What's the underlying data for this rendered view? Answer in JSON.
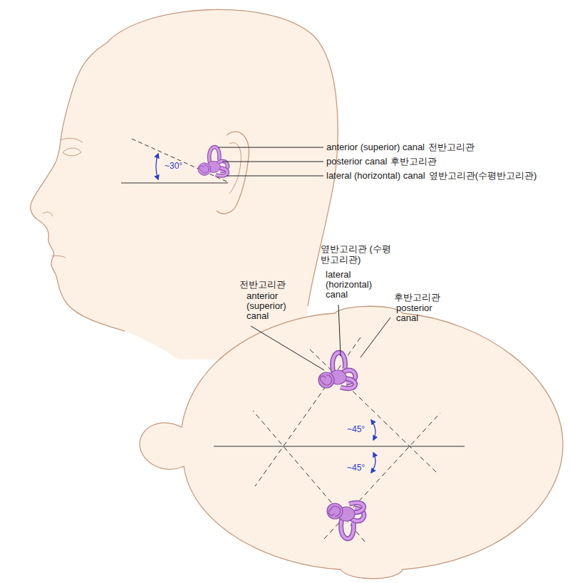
{
  "diagram": {
    "labels": [
      "~30°",
      "anterior (superior) canal",
      "전반고리관",
      "posterior canal",
      "후반고리관",
      "lateral (horizontal) canal",
      "옆반고리관(수평반고리관)",
      "옆반고리관 (수평반고리관)",
      "lateral (horizontal) canal",
      "전반고리관",
      "anterior (superior) canal",
      "후반고리관",
      "posterior canal",
      "~45°",
      "~45°"
    ]
  }
}
